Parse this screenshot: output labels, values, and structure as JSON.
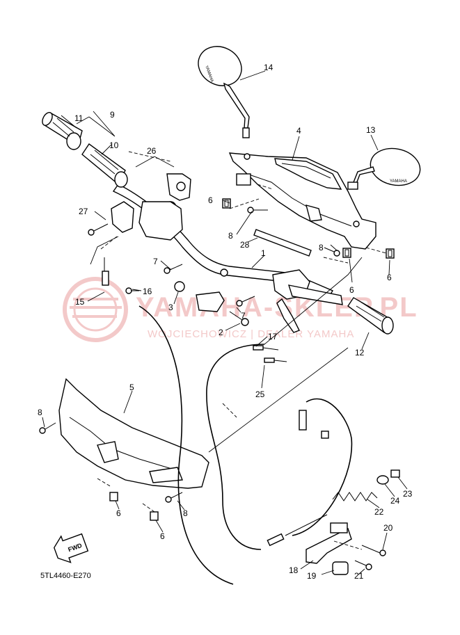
{
  "diagram": {
    "code": "5TL4460-E270",
    "fwd_label": "FWD",
    "watermark": {
      "brand": "YAMAHA-SKLEP.PL",
      "dealer": "WOJCIECHOWICZ | DEALER YAMAHA"
    },
    "mirror_brand": "YAMAHA",
    "callouts": [
      "1",
      "2",
      "3",
      "4",
      "5",
      "6",
      "6",
      "6",
      "6",
      "6",
      "7",
      "7",
      "8",
      "8",
      "8",
      "8",
      "9",
      "10",
      "11",
      "12",
      "13",
      "14",
      "15",
      "16",
      "17",
      "18",
      "19",
      "20",
      "21",
      "22",
      "23",
      "24",
      "25",
      "26",
      "27",
      "28"
    ]
  },
  "colors": {
    "line": "#000000",
    "watermark": "#f3c9c9"
  }
}
